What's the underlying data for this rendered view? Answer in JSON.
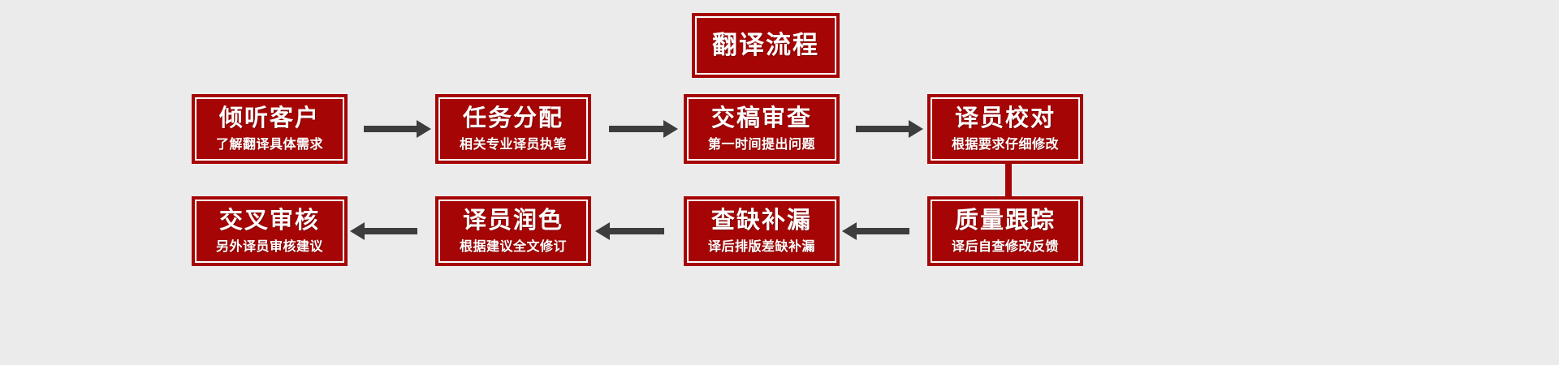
{
  "diagram": {
    "type": "flowchart",
    "title": "翻译流程",
    "background_color": "#ebebeb",
    "node_color": "#a60505",
    "node_text_color": "#ffffff",
    "arrow_color": "#3d3d3d",
    "rows": [
      {
        "direction": "left-to-right",
        "steps": [
          {
            "title": "倾听客户",
            "subtitle": "了解翻译具体需求"
          },
          {
            "title": "任务分配",
            "subtitle": "相关专业译员执笔"
          },
          {
            "title": "交稿审查",
            "subtitle": "第一时间提出问题"
          },
          {
            "title": "译员校对",
            "subtitle": "根据要求仔细修改"
          }
        ]
      },
      {
        "direction": "right-to-left",
        "steps": [
          {
            "title": "交叉审核",
            "subtitle": "另外译员审核建议"
          },
          {
            "title": "译员润色",
            "subtitle": "根据建议全文修订"
          },
          {
            "title": "查缺补漏",
            "subtitle": "译后排版差缺补漏"
          },
          {
            "title": "质量跟踪",
            "subtitle": "译后自查修改反馈"
          }
        ]
      }
    ]
  }
}
